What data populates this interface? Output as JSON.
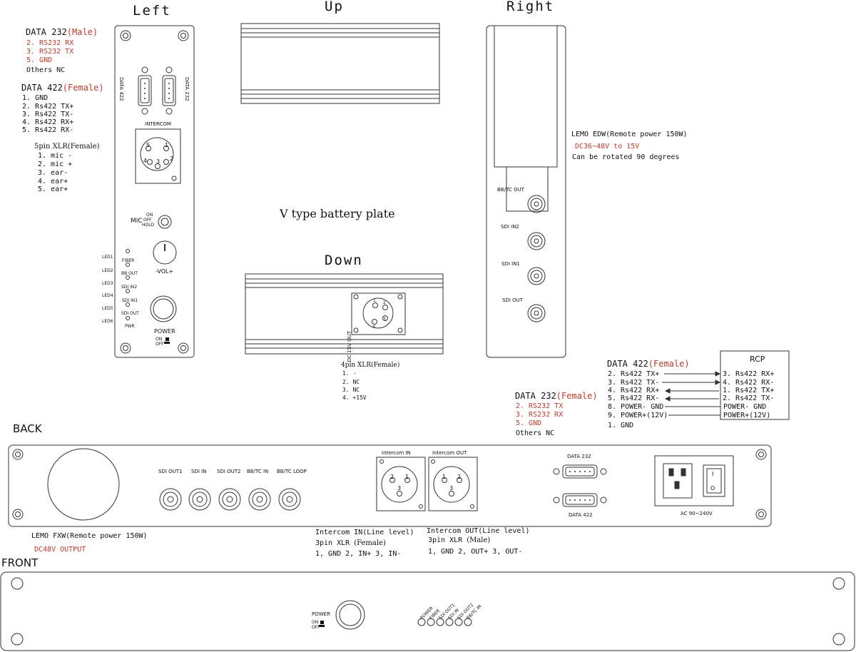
{
  "views": {
    "left": "Left",
    "up": "Up",
    "right": "Right",
    "down": "Down",
    "back": "BACK",
    "front": "FRONT"
  },
  "left_notes": {
    "data232_title": "DATA 232",
    "data232_gender": "(Male)",
    "data232_pins": [
      "2. RS232 RX",
      "3. RS232 TX",
      "5. GND"
    ],
    "data232_others": "Others NC",
    "data422_title": "DATA 422",
    "data422_gender": "(Female)",
    "data422_pins": [
      "1. GND",
      "2. Rs422 TX+",
      "3. Rs422 TX-",
      "4. Rs422 RX+",
      "5. Rs422 RX-"
    ],
    "xlr5_title": "5pin XLR(Female)",
    "xlr5_pins": [
      "1. mic -",
      "2. mic +",
      "3. ear-",
      "4. ear+",
      "5. ear+"
    ]
  },
  "left_panel": {
    "data422": "DATA 422",
    "data232": "DATA 232",
    "intercom": "INTERCOM",
    "xlr_pins": [
      "5",
      "1",
      "4",
      "2",
      "3"
    ],
    "mic": "MIC",
    "mic_states": [
      "ON",
      "OFF",
      "HOLD"
    ],
    "vol": "-VOL+",
    "leds": [
      "LED1",
      "LED2",
      "LED3",
      "LED4",
      "LED5",
      "LED6"
    ],
    "led_labels": [
      "FIBER",
      "BB OUT",
      "SDI IN2",
      "SDI IN1",
      "SDI OUT",
      "PWR"
    ],
    "power": "POWER",
    "on": "ON",
    "off": "OFF"
  },
  "center": {
    "battery_plate": "V type battery plate",
    "dc_out": "DC 15V OUT",
    "xlr4_pins": [
      "1",
      "2",
      "3",
      "4"
    ],
    "xlr4_title": "4pin XLR(Female)",
    "xlr4_pins_list": [
      "1. -",
      "2. NC",
      "3. NC",
      "4. +15V"
    ]
  },
  "right_panel": {
    "bnc_labels": [
      "BB/TC OUT",
      "SDI IN2",
      "SDI IN1",
      "SDI OUT"
    ],
    "lemo_title": "LEMO EDW(Remote power 150W)",
    "lemo_dc": "DC36~48V to 15V",
    "lemo_rotate": "Can be rotated 90 degrees"
  },
  "rcp_section": {
    "data422_title": "DATA 422",
    "data422_gender": "(Female)",
    "left_pins": [
      "2. Rs422 TX+",
      "3. Rs422 TX-",
      "4. Rs422 RX+",
      "5. Rs422 RX-",
      "8. POWER- GND",
      "9. POWER+(12V)",
      "1. GND"
    ],
    "rcp_title": "RCP",
    "rcp_pins": [
      "3. Rs422 RX+",
      "4. Rs422 RX-",
      "1. Rs422 TX+",
      "2. Rs422 TX-",
      "POWER- GND",
      "POWER+(12V)"
    ],
    "data232_title": "DATA 232",
    "data232_gender": "(Female)",
    "data232_pins": [
      "2. RS232 TX",
      "3. RS232 RX",
      "5. GND"
    ],
    "data232_others": "Others NC"
  },
  "back_panel": {
    "bnc_labels": [
      "SDI OUT1",
      "SDI IN",
      "SDI OUT2",
      "BB/TC IN",
      "BB/TC LOOP"
    ],
    "intercom_in": "Intercom IN",
    "intercom_out": "Intercom OUT",
    "in_pins": [
      "2",
      "1",
      "3"
    ],
    "out_pins": [
      "1",
      "2",
      "3"
    ],
    "data232": "DATA 232",
    "data422": "DATA 422",
    "ac": "AC 90~240V",
    "switch_on": "I",
    "switch_off": "O",
    "lemo_title": "LEMO FXW(Remote power 150W)",
    "lemo_out": "DC48V OUTPUT",
    "intercom_in_title": "Intercom IN(Line level)",
    "intercom_in_xlr": "3pin XLR",
    "intercom_in_gender": "(Female)",
    "intercom_in_pins": "1, GND 2, IN+ 3, IN-",
    "intercom_out_title": "Intercom OUT(Line level)",
    "intercom_out_xlr": "3pin XLR",
    "intercom_out_gender": "(Male)",
    "intercom_out_pins": "1, GND 2, OUT+ 3, OUT-"
  },
  "front_panel": {
    "power": "POWER",
    "on": "ON",
    "off": "OFF",
    "led_labels": [
      "POWER",
      "FIBER",
      "SDI OUT1",
      "SDI IN",
      "SDI OUT2",
      "BB/TC IN"
    ]
  }
}
